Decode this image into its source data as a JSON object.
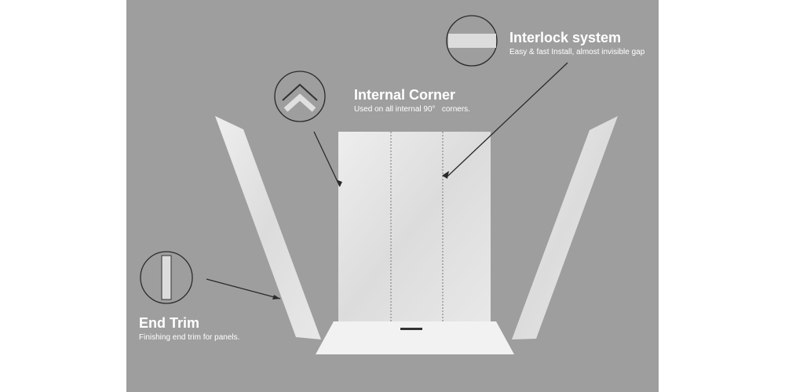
{
  "callouts": {
    "interlock": {
      "title": "Interlock system",
      "subtitle": "Easy & fast Install, almost invisible gap"
    },
    "corner": {
      "title": "Internal Corner",
      "subtitle": "Used on all internal 90°   corners."
    },
    "endtrim": {
      "title": "End Trim",
      "subtitle": "Finishing end trim for panels."
    }
  },
  "colors": {
    "background": "#9e9e9e",
    "panel": "#e4e4e4",
    "text": "#ffffff",
    "line": "#2a2a2a"
  }
}
